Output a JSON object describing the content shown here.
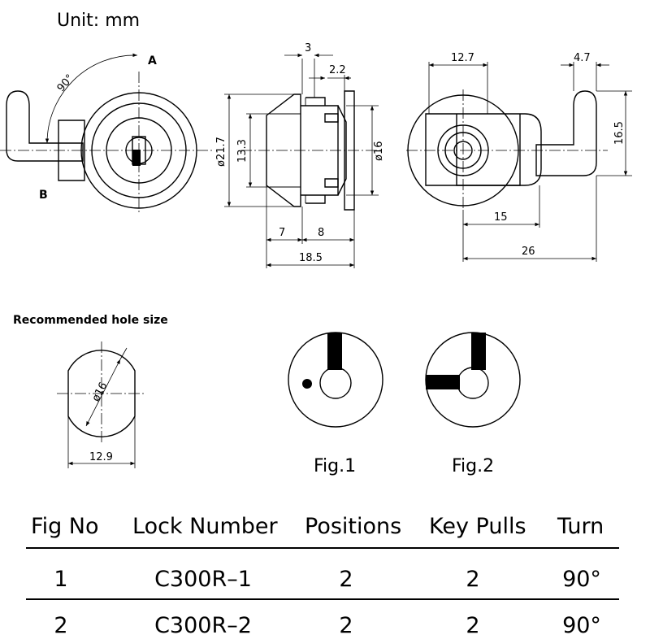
{
  "unit_label": "Unit:  mm",
  "front_view": {
    "angle": "90°",
    "label_a": "A",
    "label_b": "B"
  },
  "side_view": {
    "dims": {
      "d3": "3",
      "d2_2": "2.2",
      "d21_7": "ø21.7",
      "d13_3": "13.3",
      "d16": "ø16",
      "d7": "7",
      "d8": "8",
      "d18_5": "18.5"
    }
  },
  "rear_view": {
    "dims": {
      "d12_7": "12.7",
      "d4_7": "4.7",
      "d16_5": "16.5",
      "d15": "15",
      "d26": "26"
    }
  },
  "hole_section": {
    "title": "Recommended  hole  size",
    "dia": "ø16",
    "width": "12.9"
  },
  "figures": {
    "fig1": "Fig.1",
    "fig2": "Fig.2"
  },
  "table": {
    "headers": [
      "Fig  No",
      "Lock  Number",
      "Positions",
      "Key  Pulls",
      "Turn"
    ],
    "rows": [
      [
        "1",
        "C300R–1",
        "2",
        "2",
        "90°"
      ],
      [
        "2",
        "C300R–2",
        "2",
        "2",
        "90°"
      ]
    ]
  }
}
